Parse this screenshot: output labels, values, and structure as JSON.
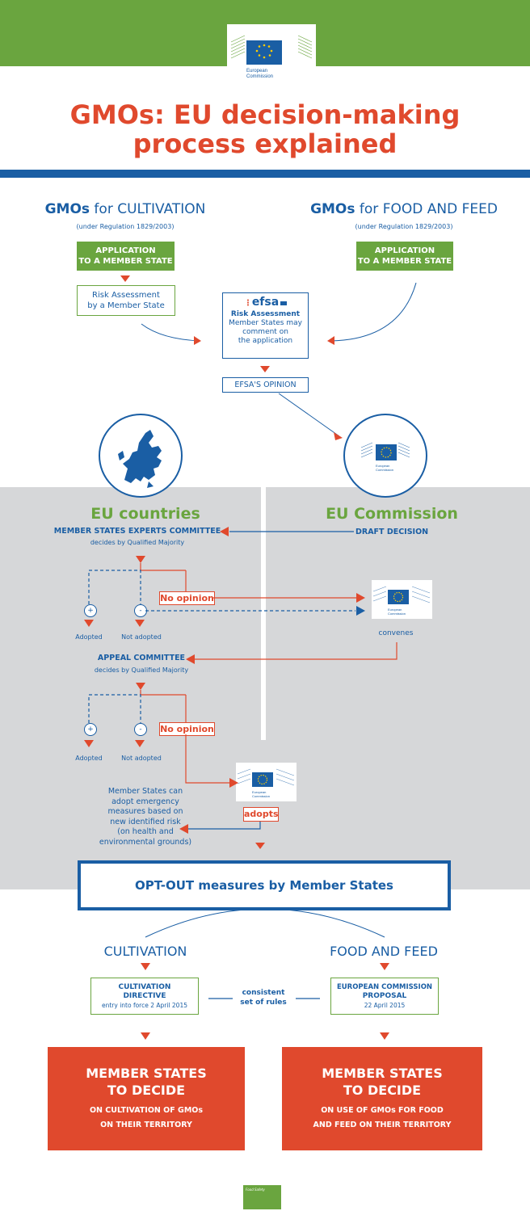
{
  "header": {
    "logo_line1": "European",
    "logo_line2": "Commission",
    "title_line1": "GMOs: EU decision-making",
    "title_line2": "process explained"
  },
  "left_col": {
    "title_bold": "GMOs",
    "title_rest": " for CULTIVATION",
    "regulation": "(under Regulation 1829/2003)",
    "application_line1": "APPLICATION",
    "application_line2": "TO A MEMBER STATE",
    "risk_line1": "Risk Assessment",
    "risk_line2": "by a Member State"
  },
  "right_col": {
    "title_bold": "GMOs",
    "title_rest": " for FOOD AND FEED",
    "regulation": "(under Regulation 1829/2003)",
    "application_line1": "APPLICATION",
    "application_line2": "TO A MEMBER STATE"
  },
  "efsa": {
    "logo": "efsa",
    "title": "Risk Assessment",
    "line1": "Member States may",
    "line2": "comment on",
    "line3": "the application",
    "opinion": "EFSA'S OPINION"
  },
  "mid": {
    "eu_countries": "EU countries",
    "eu_commission": "EU Commission",
    "experts_committee": "MEMBER STATES EXPERTS COMMITTEE",
    "qualified_majority_1": "decides by Qualified Majority",
    "draft_decision": "DRAFT DECISION",
    "no_opinion_1": "No opinion",
    "adopted_1": "Adopted",
    "not_adopted_1": "Not adopted",
    "plus_1": "+",
    "minus_1": "-",
    "convenes": "convenes",
    "appeal_committee": "APPEAL COMMITTEE",
    "qualified_majority_2": "decides by Qualified Majority",
    "no_opinion_2": "No opinion",
    "adopted_2": "Adopted",
    "not_adopted_2": "Not adopted",
    "plus_2": "+",
    "minus_2": "-",
    "emergency_1": "Member States can",
    "emergency_2": "adopt emergency",
    "emergency_3": "measures based on",
    "emergency_4": "new identified risk",
    "emergency_5": "(on health and",
    "emergency_6": "environmental grounds)",
    "adopts": "adopts",
    "mini_logo_1": "European",
    "mini_logo_2": "Commission"
  },
  "opt_out": {
    "title": "OPT-OUT measures by Member States",
    "cultivation": "CULTIVATION",
    "food_feed": "FOOD AND FEED",
    "cult_dir_1": "CULTIVATION",
    "cult_dir_2": "DIRECTIVE",
    "cult_dir_3": "entry into force 2 April 2015",
    "consistent_1": "consistent",
    "consistent_2": "set of rules",
    "ec_prop_1": "EUROPEAN COMMISSION",
    "ec_prop_2": "PROPOSAL",
    "ec_prop_3": "22 April 2015",
    "left_big_1": "MEMBER STATES",
    "left_big_2": "TO DECIDE",
    "left_small_1": "ON CULTIVATION OF GMOs",
    "left_small_2": "ON THEIR TERRITORY",
    "right_big_1": "MEMBER STATES",
    "right_big_2": "TO DECIDE",
    "right_small_1": "ON USE OF GMOs FOR FOOD",
    "right_small_2": "AND FEED ON THEIR TERRITORY"
  },
  "footer": {
    "tag": "Food Safety"
  },
  "colors": {
    "green": "#6aa53f",
    "blue": "#1a5ea4",
    "red": "#e0492d",
    "gray": "#d6d7d9",
    "eu_yellow": "#ffcc00"
  }
}
